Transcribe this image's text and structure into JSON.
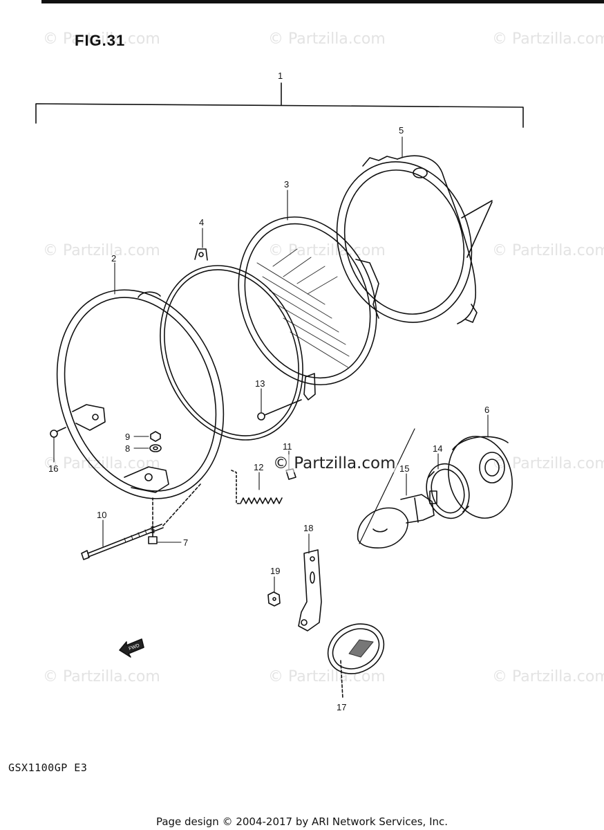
{
  "figure": {
    "title": "FIG.31",
    "model": "GSX1100GP E3"
  },
  "watermark": {
    "text": "© Partzilla.com",
    "center_text": "© Partzilla.com"
  },
  "fwd_arrow": {
    "text": "FWD"
  },
  "callouts": [
    "1",
    "2",
    "3",
    "4",
    "5",
    "6",
    "7",
    "8",
    "9",
    "10",
    "11",
    "12",
    "13",
    "14",
    "15",
    "16",
    "17",
    "18",
    "19"
  ],
  "footer": {
    "text": "Page design © 2004-2017 by ARI Network Services, Inc."
  }
}
